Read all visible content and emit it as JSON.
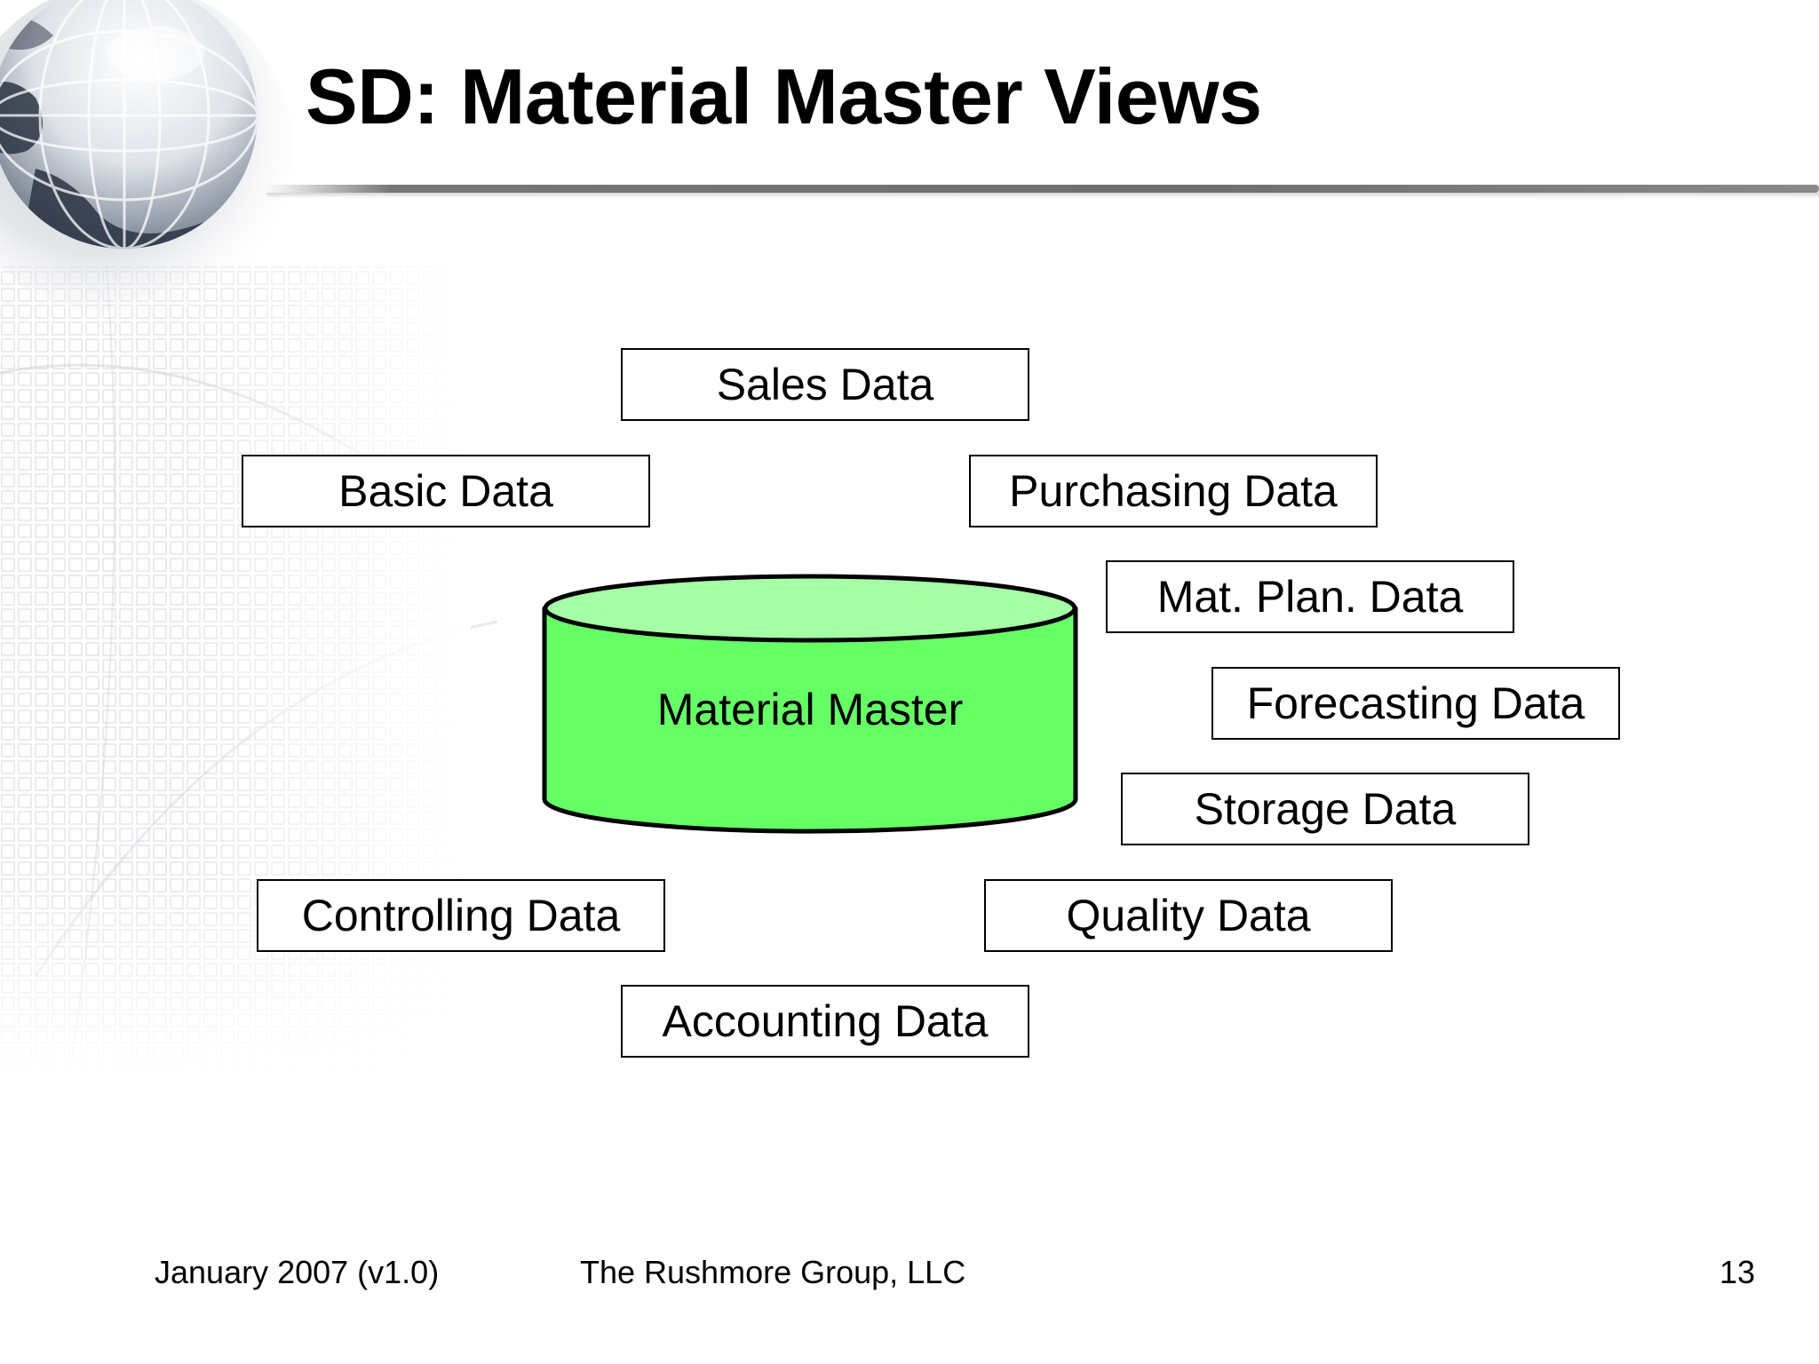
{
  "slide": {
    "title": "SD: Material Master Views",
    "center": "Material Master",
    "views": {
      "sales": "Sales Data",
      "basic": "Basic Data",
      "purchasing": "Purchasing Data",
      "mat_plan": "Mat. Plan. Data",
      "forecasting": "Forecasting Data",
      "storage": "Storage Data",
      "quality": "Quality Data",
      "controlling": "Controlling Data",
      "accounting": "Accounting Data"
    },
    "footer": {
      "date": "January 2007 (v1.0)",
      "company": "The Rushmore Group, LLC",
      "page_number": "13"
    }
  },
  "colors": {
    "cylinder_body": "#66ff66",
    "cylinder_top": "#a6ffa6",
    "box_border": "#000000",
    "title_rule": "#777777"
  },
  "icons": {
    "globe": "globe-icon"
  }
}
